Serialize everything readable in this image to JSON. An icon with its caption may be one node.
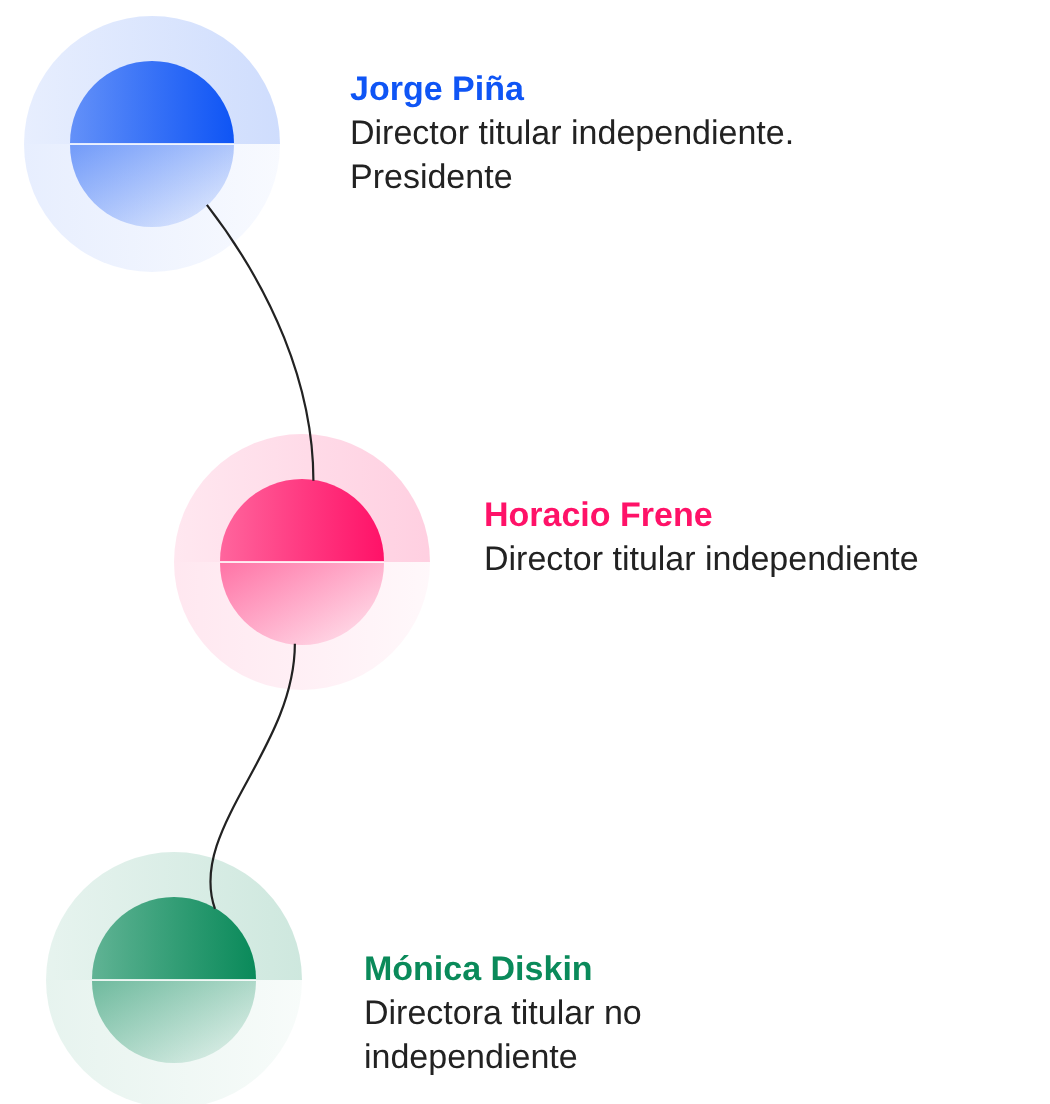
{
  "diagram": {
    "nodes": [
      {
        "text": [
          "Jorge Piña",
          "Director titular independiente. Presidente"
        ]
      },
      {
        "text": [
          "Horacio Frene",
          "Director titular independiente"
        ]
      },
      {
        "text": [
          "Mónica Diskin",
          "Directora titular no independiente"
        ]
      }
    ],
    "edges": [
      {
        "from": 0,
        "to": 1,
        "arrow": "none"
      },
      {
        "from": 1,
        "to": 2,
        "arrow": "none"
      }
    ]
  }
}
